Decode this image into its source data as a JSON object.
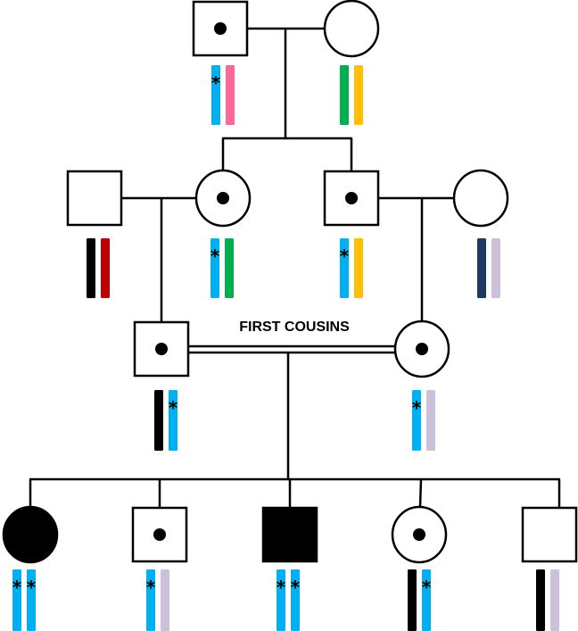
{
  "relationship_label": "FIRST COUSINS",
  "marker": "*",
  "colors": {
    "blue": "#00B0F0",
    "pink": "#FF6699",
    "green": "#00B050",
    "yellow": "#FFC000",
    "red": "#C00000",
    "navy": "#1F3864",
    "lilac": "#CCC0DA",
    "black": "#000000"
  },
  "individuals": [
    {
      "id": "g1-father",
      "generation": 1,
      "sex": "male",
      "status": "carrier",
      "alleles": [
        {
          "color": "blue",
          "marked": true
        },
        {
          "color": "pink",
          "marked": false
        }
      ]
    },
    {
      "id": "g1-mother",
      "generation": 1,
      "sex": "female",
      "status": "unaffected",
      "alleles": [
        {
          "color": "green",
          "marked": false
        },
        {
          "color": "yellow",
          "marked": false
        }
      ]
    },
    {
      "id": "g2-uncle-in-law",
      "generation": 2,
      "sex": "male",
      "status": "unaffected",
      "alleles": [
        {
          "color": "black",
          "marked": false
        },
        {
          "color": "red",
          "marked": false
        }
      ]
    },
    {
      "id": "g2-daughter",
      "generation": 2,
      "sex": "female",
      "status": "carrier",
      "alleles": [
        {
          "color": "blue",
          "marked": true
        },
        {
          "color": "green",
          "marked": false
        }
      ]
    },
    {
      "id": "g2-son",
      "generation": 2,
      "sex": "male",
      "status": "carrier",
      "alleles": [
        {
          "color": "blue",
          "marked": true
        },
        {
          "color": "yellow",
          "marked": false
        }
      ]
    },
    {
      "id": "g2-aunt-in-law",
      "generation": 2,
      "sex": "female",
      "status": "unaffected",
      "alleles": [
        {
          "color": "navy",
          "marked": false
        },
        {
          "color": "lilac",
          "marked": false
        }
      ]
    },
    {
      "id": "g3-male-cousin",
      "generation": 3,
      "sex": "male",
      "status": "carrier",
      "alleles": [
        {
          "color": "black",
          "marked": false
        },
        {
          "color": "blue",
          "marked": true
        }
      ]
    },
    {
      "id": "g3-female-cousin",
      "generation": 3,
      "sex": "female",
      "status": "carrier",
      "alleles": [
        {
          "color": "blue",
          "marked": true
        },
        {
          "color": "lilac",
          "marked": false
        }
      ]
    },
    {
      "id": "g4-child-1",
      "generation": 4,
      "sex": "female",
      "status": "affected",
      "alleles": [
        {
          "color": "blue",
          "marked": true
        },
        {
          "color": "blue",
          "marked": true
        }
      ]
    },
    {
      "id": "g4-child-2",
      "generation": 4,
      "sex": "male",
      "status": "carrier",
      "alleles": [
        {
          "color": "blue",
          "marked": true
        },
        {
          "color": "lilac",
          "marked": false
        }
      ]
    },
    {
      "id": "g4-child-3",
      "generation": 4,
      "sex": "male",
      "status": "affected",
      "alleles": [
        {
          "color": "blue",
          "marked": true
        },
        {
          "color": "blue",
          "marked": true
        }
      ]
    },
    {
      "id": "g4-child-4",
      "generation": 4,
      "sex": "female",
      "status": "carrier",
      "alleles": [
        {
          "color": "black",
          "marked": false
        },
        {
          "color": "blue",
          "marked": true
        }
      ]
    },
    {
      "id": "g4-child-5",
      "generation": 4,
      "sex": "male",
      "status": "unaffected",
      "alleles": [
        {
          "color": "black",
          "marked": false
        },
        {
          "color": "lilac",
          "marked": false
        }
      ]
    }
  ]
}
